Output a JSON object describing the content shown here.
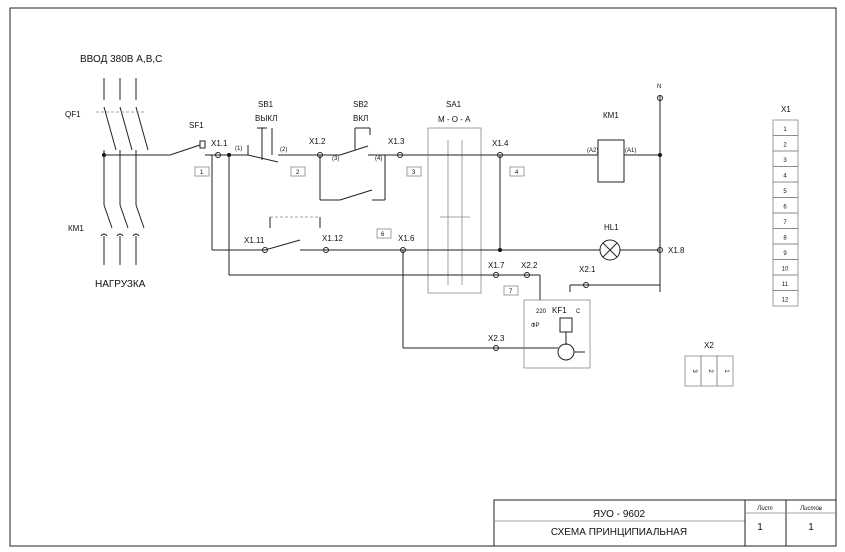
{
  "top": {
    "input": "ВВОД 380В А,В,С",
    "load": "НАГРУЗКА"
  },
  "components": {
    "qf1": "QF1",
    "km1_left": "КМ1",
    "sf1": "SF1",
    "sb1": "SB1",
    "sb1_sub": "ВЫКЛ",
    "sb2": "SB2",
    "sb2_sub": "ВКЛ",
    "sa1": "SA1",
    "sa1_sub": "М - О - А",
    "km1": "КМ1",
    "km1_a2": "(А2)",
    "km1_a1": "(А1)",
    "hl1": "HL1",
    "n": "N",
    "kf1": "KF1",
    "kf1_220": "220",
    "kf1_c": "C",
    "kf1_fr": "ФР"
  },
  "terminals": {
    "x11": "X1.1",
    "x12": "X1.2",
    "x13": "X1.3",
    "x14": "X1.4",
    "x16": "X1.6",
    "x17": "X1.7",
    "x18": "X1.8",
    "x111": "X1.11",
    "x112": "X1.12",
    "x21": "X2.1",
    "x22": "X2.2",
    "x23": "X2.3"
  },
  "wires": {
    "w1": "1",
    "w2": "2",
    "w3": "3",
    "w4": "4",
    "w6": "6",
    "w7": "7",
    "p1": "(1)",
    "p2": "(2)",
    "p3": "(3)",
    "p4": "(4)"
  },
  "x1_block": {
    "title": "X1",
    "rows": [
      "1",
      "2",
      "3",
      "4",
      "5",
      "6",
      "7",
      "8",
      "9",
      "10",
      "11",
      "12"
    ]
  },
  "x2_block": {
    "title": "X2",
    "cells": [
      "3",
      "2",
      "1"
    ]
  },
  "title_block": {
    "code": "ЯУО - 9602",
    "name": "СХЕМА ПРИНЦИПИАЛЬНАЯ",
    "sheet_label": "Лист",
    "sheet_value": "1",
    "sheets_label": "Листов",
    "sheets_value": "1"
  }
}
